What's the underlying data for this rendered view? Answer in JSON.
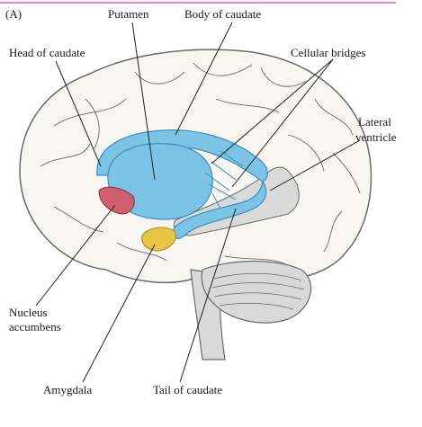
{
  "figure": {
    "panel_letter": "(A)",
    "accent_color": "#e060c8"
  },
  "labels": {
    "putamen": "Putamen",
    "body_of_caudate": "Body of caudate",
    "head_of_caudate": "Head of caudate",
    "cellular_bridges": "Cellular bridges",
    "lateral_ventricle_line1": "Lateral",
    "lateral_ventricle_line2": "ventricle",
    "nucleus_accumbens_line1": "Nucleus",
    "nucleus_accumbens_line2": "accumbens",
    "amygdala": "Amygdala",
    "tail_of_caudate": "Tail of caudate"
  },
  "colors": {
    "brain_fill": "#f7f6f3",
    "brain_outline": "#6a6a6a",
    "striatum_fill": "#7cc4e6",
    "striatum_dark": "#3a8fbc",
    "ventricle_fill": "#dadada",
    "nucleus_accumbens_fill": "#d06070",
    "amygdala_fill": "#e9c542",
    "cerebellum_fill": "#d9d9d9"
  }
}
